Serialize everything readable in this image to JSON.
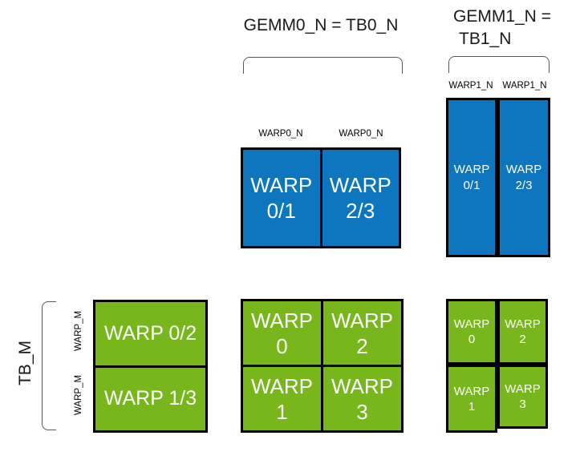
{
  "diagram": {
    "titles": {
      "gemm0": "GEMM0_N = TB0_N",
      "gemm1_line1": "GEMM1_N =",
      "gemm1_line2": "TB1_N"
    },
    "labels": {
      "warp0_n_left": "WARP0_N",
      "warp0_n_right": "WARP0_N",
      "warp1_n_left": "WARP1_N",
      "warp1_n_right": "WARP1_N",
      "warp_m_top": "WARP_M",
      "warp_m_bottom": "WARP_M",
      "tb_m": "TB_M"
    },
    "colors": {
      "blue": "#0d76be",
      "green": "#77b71b",
      "border": "#000000",
      "bracket": "#595959",
      "text_dark": "#1a1a1a",
      "text_light": "#ffffff"
    },
    "gemm0_warps": {
      "cells": [
        {
          "line1": "WARP",
          "line2": "0/1"
        },
        {
          "line1": "WARP",
          "line2": "2/3"
        }
      ]
    },
    "gemm1_warps": {
      "cells": [
        {
          "line1": "WARP",
          "line2": "0/1"
        },
        {
          "line1": "WARP",
          "line2": "2/3"
        }
      ]
    },
    "tb_rows": {
      "cells": [
        {
          "label": "WARP 0/2"
        },
        {
          "label": "WARP 1/3"
        }
      ]
    },
    "gemm0_grid": {
      "cells": [
        {
          "line1": "WARP",
          "line2": "0"
        },
        {
          "line1": "WARP",
          "line2": "2"
        },
        {
          "line1": "WARP",
          "line2": "1"
        },
        {
          "line1": "WARP",
          "line2": "3"
        }
      ]
    },
    "gemm1_grid": {
      "cells": [
        {
          "line1": "WARP",
          "line2": "0"
        },
        {
          "line1": "WARP",
          "line2": "2"
        },
        {
          "line1": "WARP",
          "line2": "1"
        },
        {
          "line1": "WARP",
          "line2": "3"
        }
      ]
    }
  }
}
